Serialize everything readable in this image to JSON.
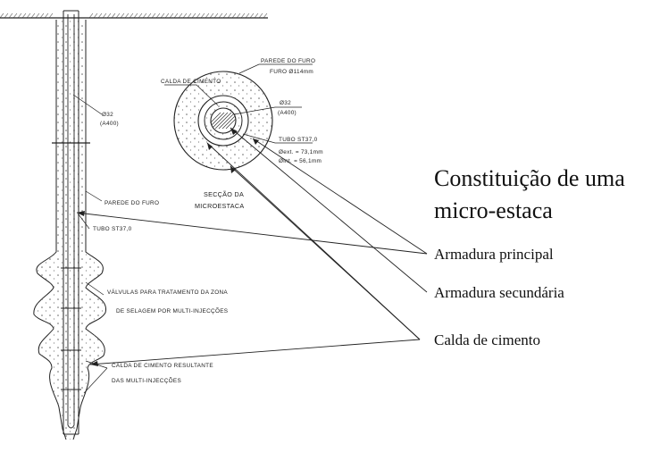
{
  "title": {
    "line1": "Constituição de uma",
    "line2": "micro-estaca"
  },
  "legend": {
    "main_reinforcement": "Armadura principal",
    "secondary_reinforcement": "Armadura secundária",
    "cement_grout": "Calda de cimento"
  },
  "section": {
    "title_line1": "SECÇÃO DA",
    "title_line2": "MICROESTACA",
    "wall_label": "PAREDE DO FURO",
    "hole_diameter": "FURO Ø114mm",
    "grout_label": "CALDA DE CIMENTO",
    "bar_label": "Ø32",
    "bar_grade": "(A400)",
    "tube_label": "TUBO ST37,0",
    "outer_diameter": "Øext. = 73,1mm",
    "inner_diameter": "Øint. = 56,1mm"
  },
  "profile": {
    "bar_label": "Ø32",
    "bar_grade": "(A400)",
    "wall_label": "PAREDE DO FURO",
    "tube_label": "TUBO ST37,0",
    "valves_line1": "VÁLVULAS PARA TRATAMENTO DA ZONA",
    "valves_line2": "DE SELAGEM POR MULTI-INJECÇÕES",
    "grout_line1": "CALDA DE CIMENTO RESULTANTE",
    "grout_line2": "DAS MULTI-INJECÇÕES"
  },
  "colors": {
    "ink": "#222222",
    "background": "#ffffff"
  }
}
